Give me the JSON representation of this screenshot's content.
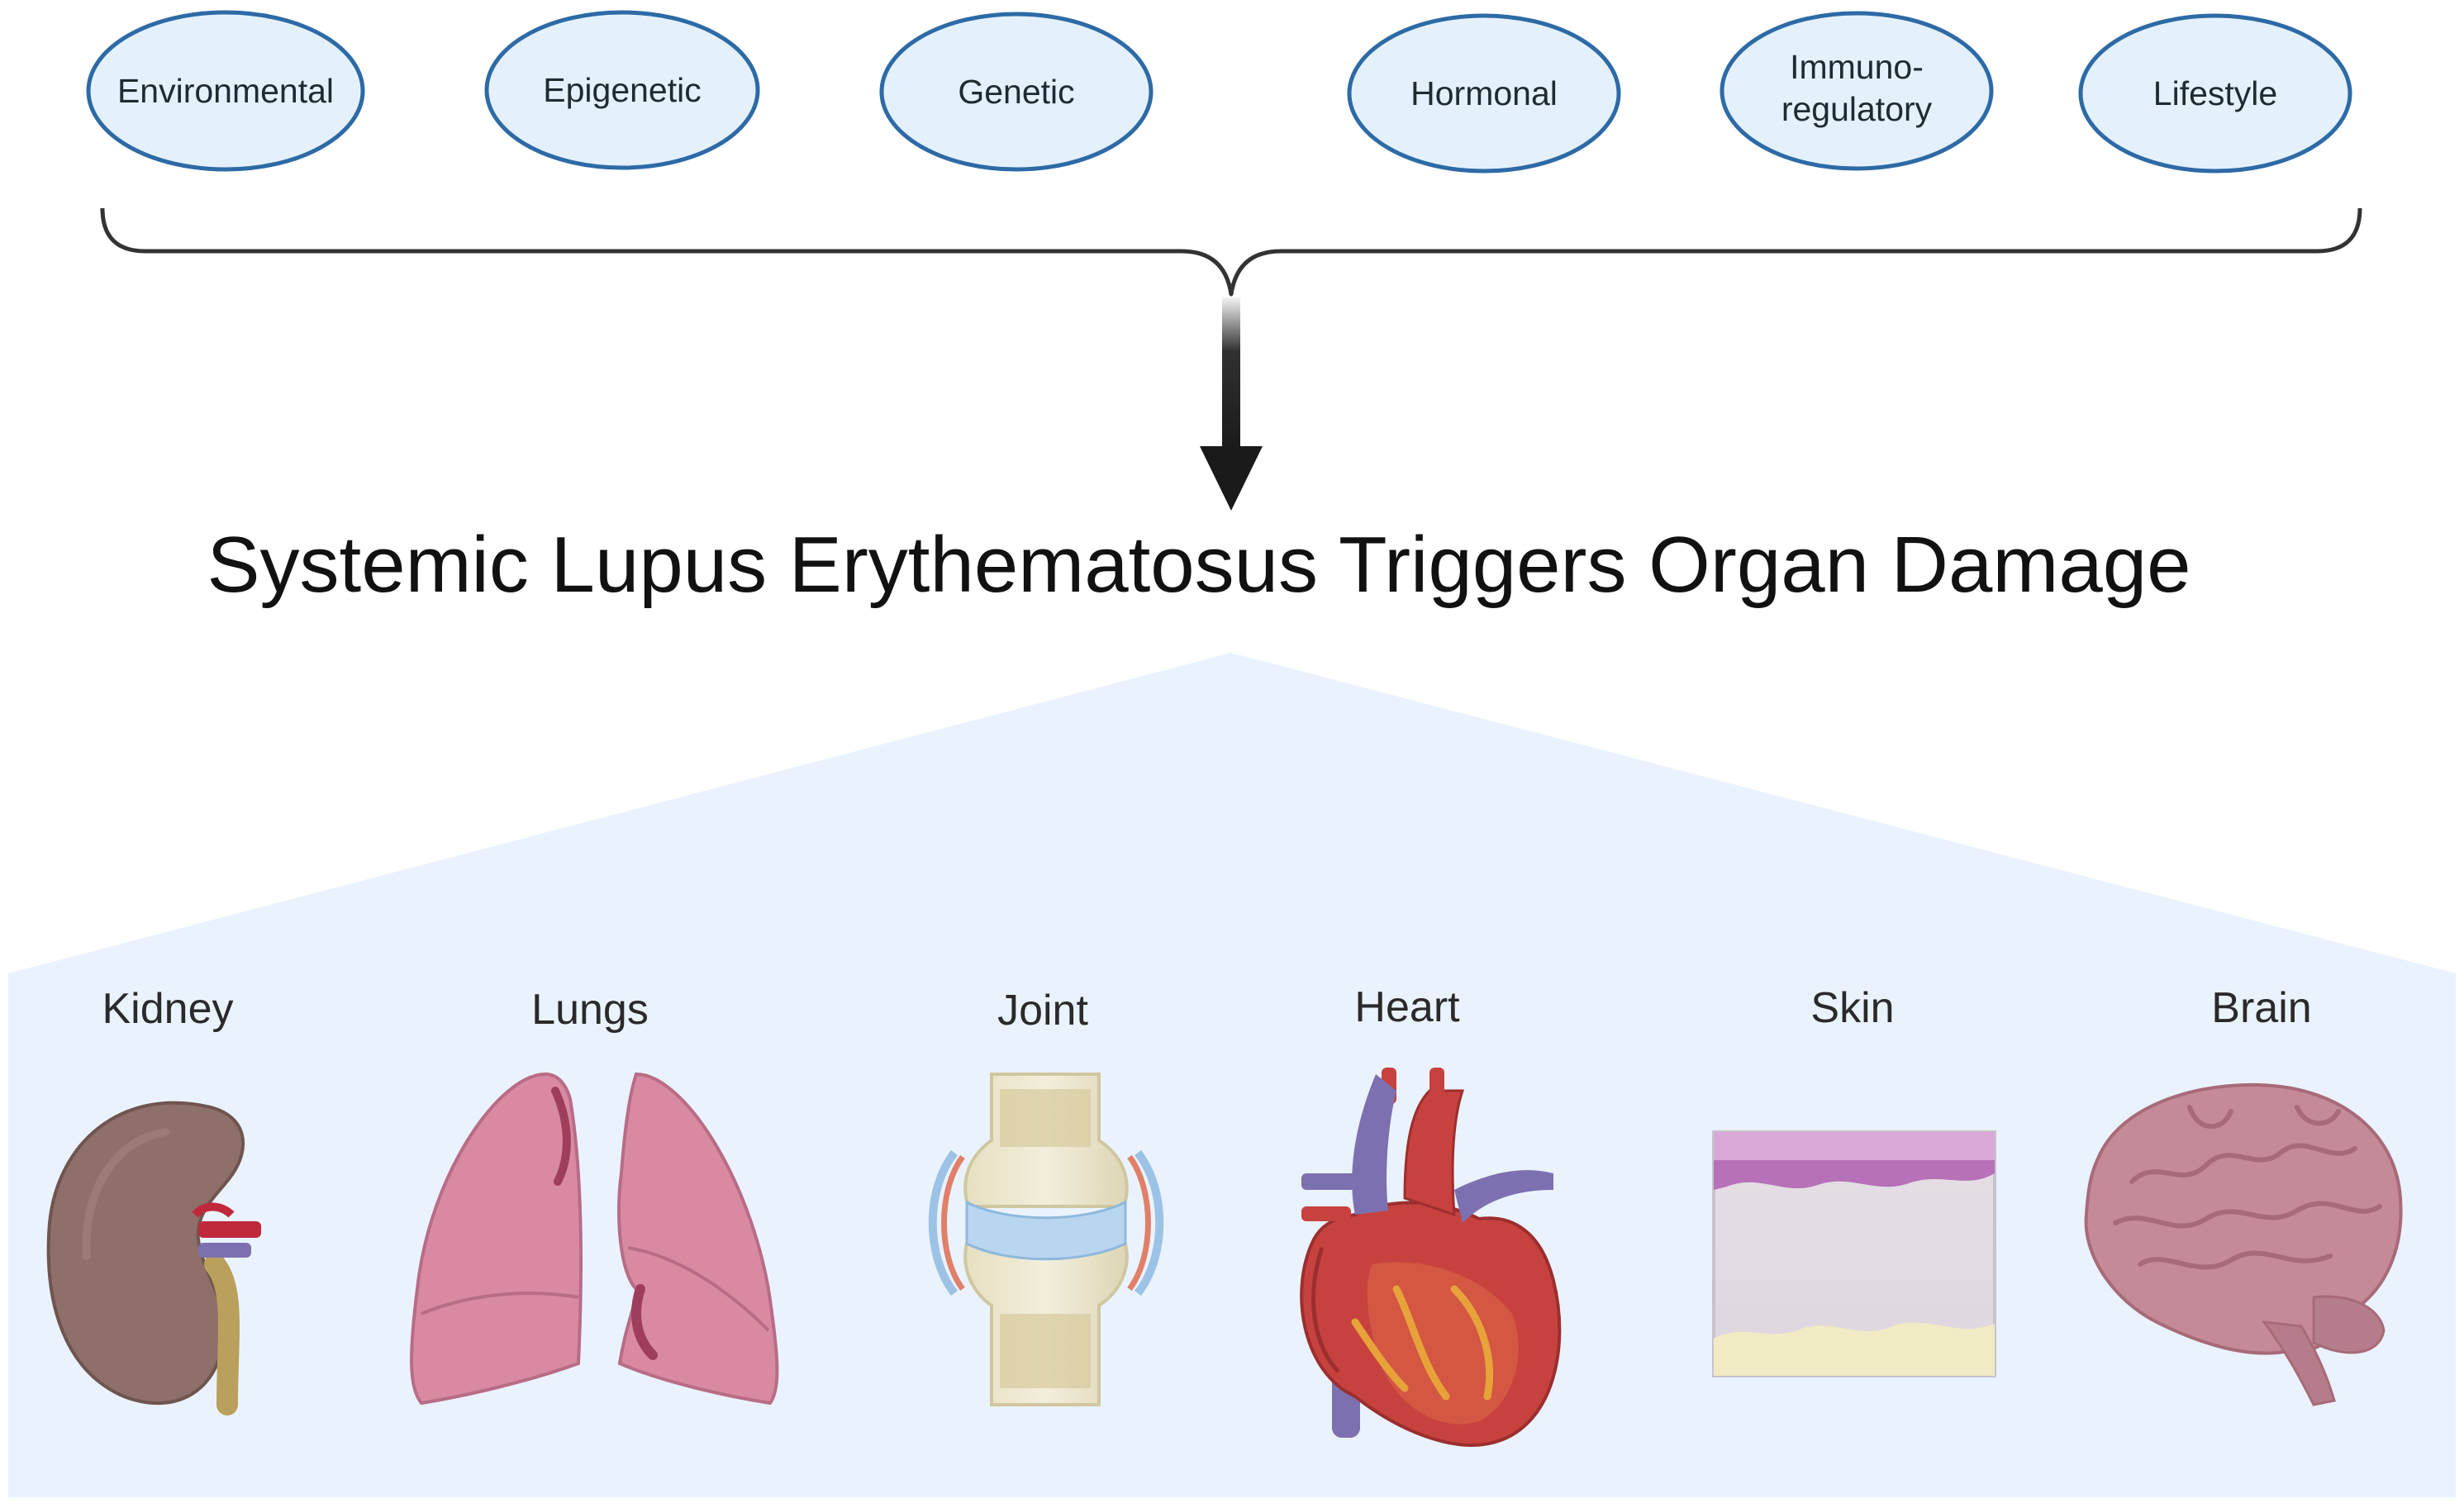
{
  "factors": [
    {
      "id": "environmental",
      "lines": [
        "Environmental"
      ]
    },
    {
      "id": "epigenetic",
      "lines": [
        "Epigenetic"
      ]
    },
    {
      "id": "genetic",
      "lines": [
        "Genetic"
      ]
    },
    {
      "id": "hormonal",
      "lines": [
        "Hormonal"
      ]
    },
    {
      "id": "immunoregulatory",
      "lines": [
        "Immuno-",
        "regulatory"
      ]
    },
    {
      "id": "lifestyle",
      "lines": [
        "Lifestyle"
      ]
    }
  ],
  "title": "Systemic Lupus Erythematosus Triggers Organ Damage",
  "organs": [
    {
      "id": "kidney",
      "label": "Kidney",
      "icon": "kidney-icon"
    },
    {
      "id": "lungs",
      "label": "Lungs",
      "icon": "lungs-icon"
    },
    {
      "id": "joint",
      "label": "Joint",
      "icon": "joint-icon"
    },
    {
      "id": "heart",
      "label": "Heart",
      "icon": "heart-icon"
    },
    {
      "id": "skin",
      "label": "Skin",
      "icon": "skin-icon"
    },
    {
      "id": "brain",
      "label": "Brain",
      "icon": "brain-icon"
    }
  ],
  "colors": {
    "ellipse_fill": "#e4f1fc",
    "ellipse_stroke": "#2d6aa6",
    "panel_fill": "#eaf3fd",
    "arrow": "#1a1a1a"
  }
}
